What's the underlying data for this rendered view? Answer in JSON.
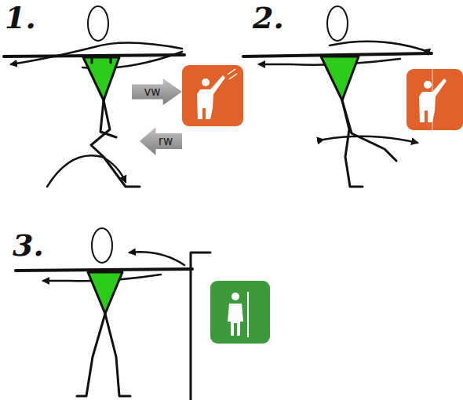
{
  "diagram": {
    "nodes": [
      {
        "text": [
          "vw"
        ]
      },
      {
        "text": [
          "rw"
        ]
      }
    ],
    "labels": [
      "1.",
      "2.",
      "3."
    ]
  }
}
